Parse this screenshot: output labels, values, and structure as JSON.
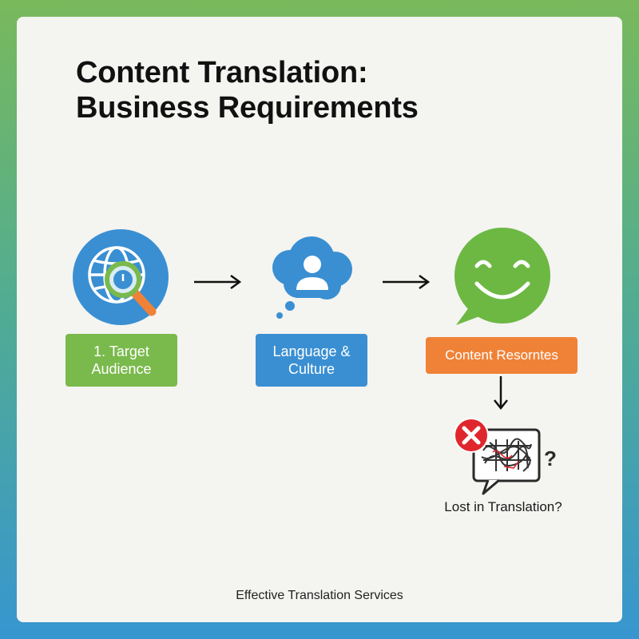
{
  "title": {
    "line1": "Content Translation:",
    "line2": "Business Requirements"
  },
  "steps": [
    {
      "label_line1": "1. Target",
      "label_line2": "Audience",
      "icon": "globe-search-icon",
      "color": "#7ab94c"
    },
    {
      "label_line1": "Language &",
      "label_line2": "Culture",
      "icon": "person-thought-cloud-icon",
      "color": "#3a8fd2"
    },
    {
      "label": "Content Resorntes",
      "icon": "smiley-chat-bubble-icon",
      "color": "#f08237"
    }
  ],
  "lost": {
    "caption": "Lost in Translation?",
    "error_icon": "x-circle-icon",
    "bubble_icon": "tangled-chat-bubble-icon",
    "question_mark": "?"
  },
  "footer": "Effective Translation Services",
  "colors": {
    "green": "#7ab94c",
    "blue": "#3a8fd2",
    "orange": "#f08237",
    "red": "#e0262d",
    "smiley_green": "#6cb843"
  }
}
